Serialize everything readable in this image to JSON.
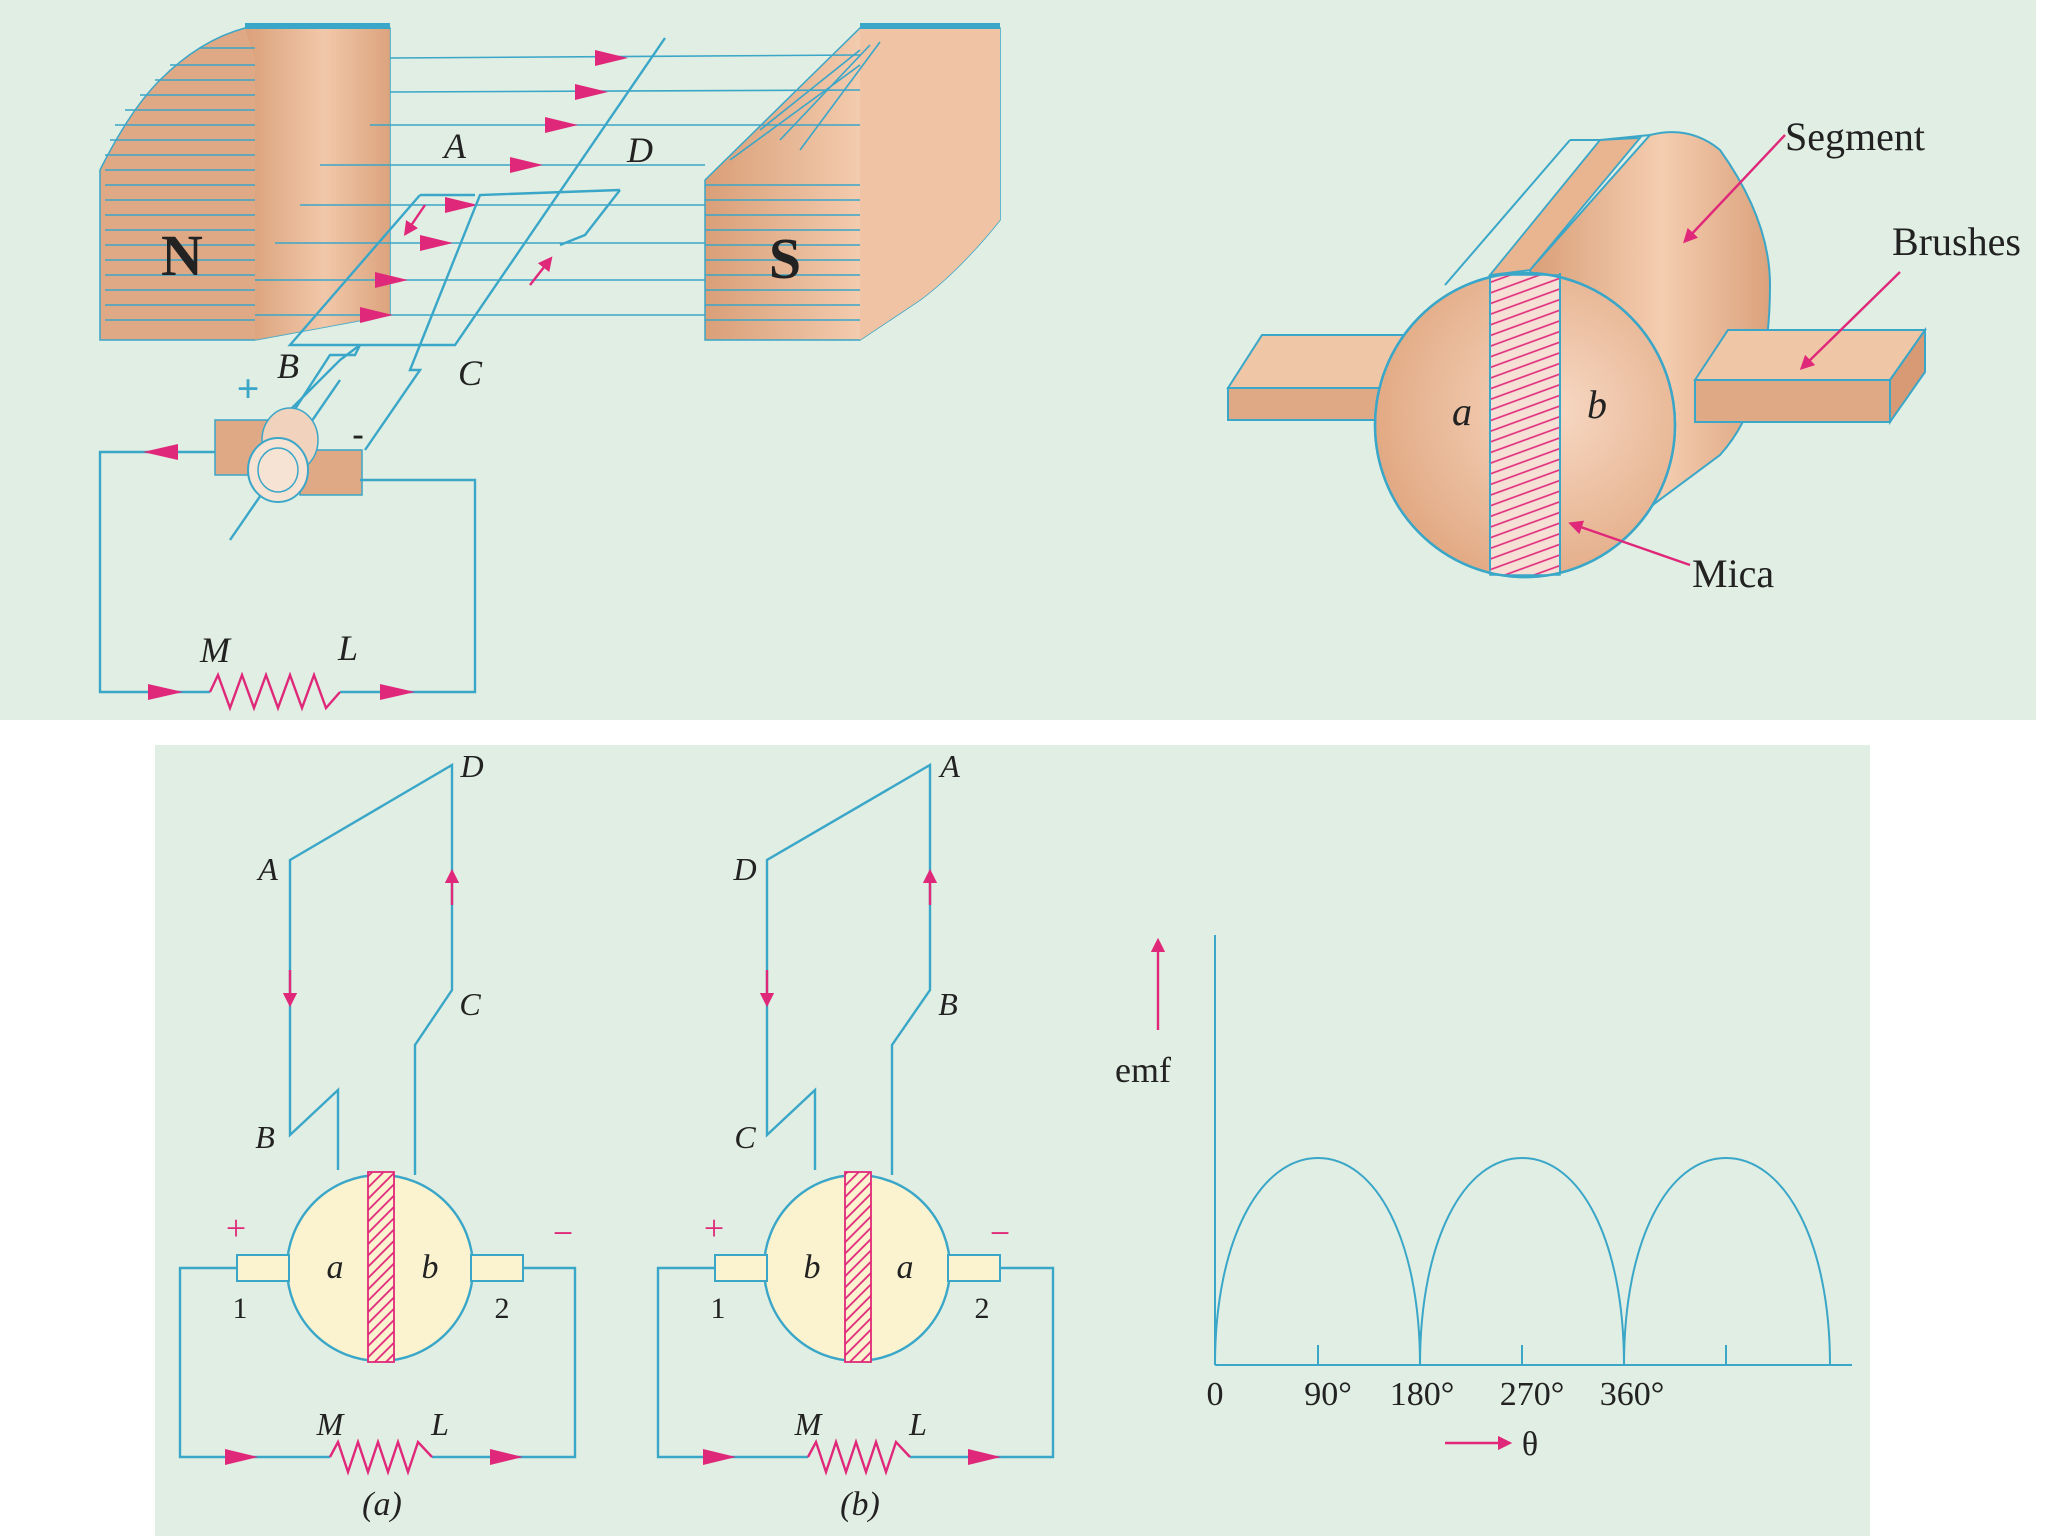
{
  "colors": {
    "panel_bg": "#e1eee3",
    "wire": "#3aa6c8",
    "arrow": "#e0287a",
    "copper": "#e6b48f",
    "copper_dark": "#c98a62",
    "commutator_light": "#fbf3cf",
    "text": "#222222"
  },
  "generator": {
    "pole_north": "N",
    "pole_south": "S",
    "coil_labels": {
      "A": "A",
      "B": "B",
      "C": "C",
      "D": "D"
    },
    "plus": "+",
    "minus": "-",
    "load_labels": {
      "M": "M",
      "L": "L"
    }
  },
  "commutator_3d": {
    "segment_label": "Segment",
    "brushes_label": "Brushes",
    "mica_label": "Mica",
    "half_a": "a",
    "half_b": "b"
  },
  "circuit_a": {
    "caption": "(a)",
    "corner_top_right": "D",
    "corner_top_left": "A",
    "corner_mid_right": "C",
    "corner_bottom_left": "B",
    "seg_left": "a",
    "seg_right": "b",
    "brush_left_num": "1",
    "brush_right_num": "2",
    "plus": "+",
    "minus": "−",
    "load_M": "M",
    "load_L": "L"
  },
  "circuit_b": {
    "caption": "(b)",
    "corner_top_right": "A",
    "corner_top_left": "D",
    "corner_mid_right": "B",
    "corner_bottom_left": "C",
    "seg_left": "b",
    "seg_right": "a",
    "brush_left_num": "1",
    "brush_right_num": "2",
    "plus": "+",
    "minus": "−",
    "load_M": "M",
    "load_L": "L"
  },
  "emf_plot": {
    "y_label": "emf",
    "x_label": "θ",
    "origin_label": "0",
    "tick_labels": [
      "90°",
      "180°",
      "270°",
      "360°"
    ]
  }
}
